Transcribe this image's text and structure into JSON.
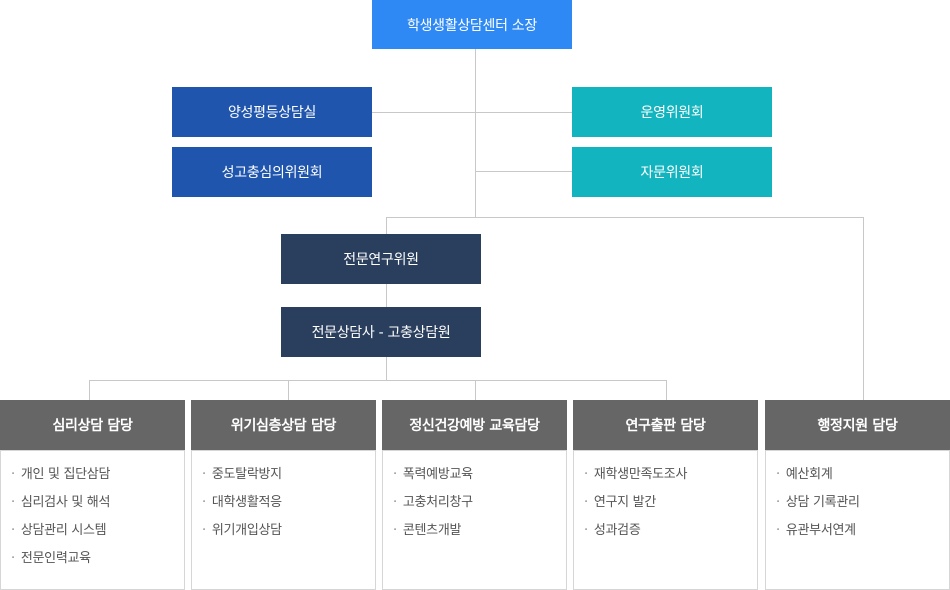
{
  "director": "학생생활상담센터 소장",
  "left_units": [
    "양성평등상담실",
    "성고충심의위원회"
  ],
  "committees": [
    "운영위원회",
    "자문위원회"
  ],
  "research": "전문연구위원",
  "counselors": "전문상담사 - 고충상담원",
  "departments": [
    {
      "title": "심리상담 담당",
      "items": [
        "개인 및 집단삼담",
        "심리검사 및 해석",
        "상담관리 시스템",
        "전문인력교육"
      ]
    },
    {
      "title": "위기심층상담 담당",
      "items": [
        "중도탈락방지",
        "대학생활적응",
        "위기개입상담"
      ]
    },
    {
      "title": "정신건강예방 교육담당",
      "items": [
        "폭력예방교육",
        "고충처리창구",
        "콘텐츠개발"
      ]
    },
    {
      "title": "연구출판 담당",
      "items": [
        "재학생만족도조사",
        "연구지 발간",
        "성과검증"
      ]
    },
    {
      "title": "행정지원 담당",
      "items": [
        "예산회계",
        "상담 기록관리",
        "유관부서연계"
      ]
    }
  ],
  "bullet": "·",
  "colors": {
    "director": "#2e89f5",
    "left_units": "#1f55ad",
    "committees": "#12b5bf",
    "staff": "#2a3e5d",
    "departments": "#666666",
    "lines": "#c8c8c8"
  }
}
